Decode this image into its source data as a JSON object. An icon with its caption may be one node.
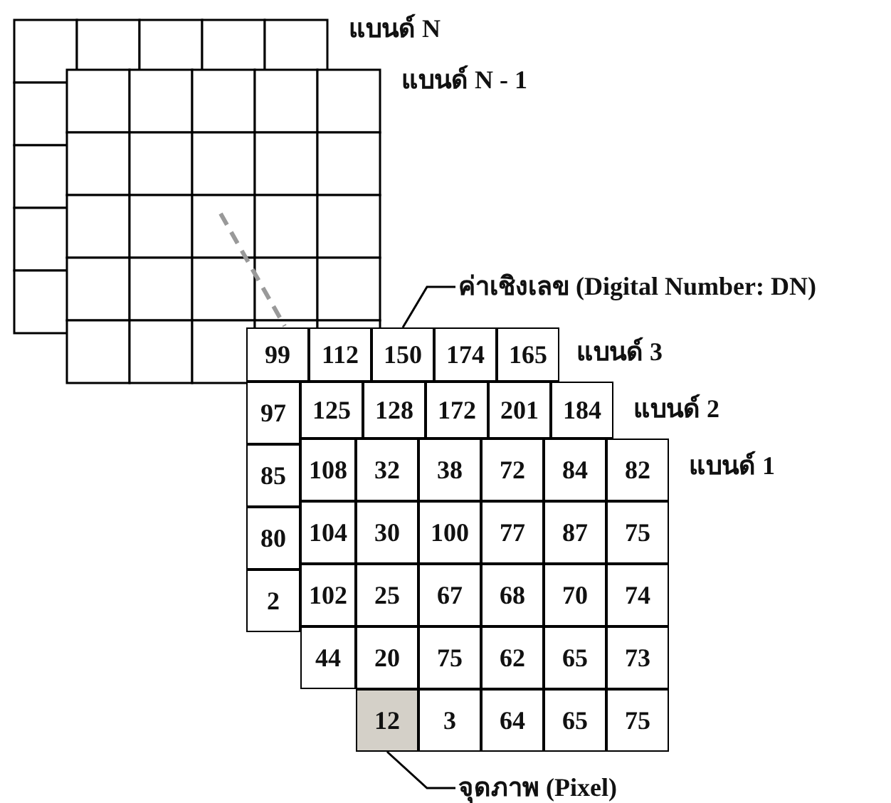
{
  "diagram": {
    "nodes": [
      {
        "text": [
          "ค่าเชิงเลข (Digital Number: DN)"
        ]
      },
      {
        "text": [
          "99"
        ]
      },
      {
        "text": [
          "112"
        ]
      },
      {
        "text": [
          "150"
        ]
      },
      {
        "text": [
          "174"
        ]
      },
      {
        "text": [
          "165"
        ]
      },
      {
        "text": [
          "97"
        ]
      },
      {
        "text": [
          "85"
        ]
      },
      {
        "text": [
          "80"
        ]
      },
      {
        "text": [
          "2"
        ]
      },
      {
        "text": [
          "125"
        ]
      },
      {
        "text": [
          "128"
        ]
      },
      {
        "text": [
          "172"
        ]
      },
      {
        "text": [
          "201"
        ]
      },
      {
        "text": [
          "184"
        ]
      },
      {
        "text": [
          "108"
        ]
      },
      {
        "text": [
          "104"
        ]
      },
      {
        "text": [
          "102"
        ]
      },
      {
        "text": [
          "44"
        ]
      },
      {
        "text": [
          "32"
        ]
      },
      {
        "text": [
          "38"
        ]
      },
      {
        "text": [
          "72"
        ]
      },
      {
        "text": [
          "84"
        ]
      },
      {
        "text": [
          "82"
        ]
      },
      {
        "text": [
          "30"
        ]
      },
      {
        "text": [
          "100"
        ]
      },
      {
        "text": [
          "77"
        ]
      },
      {
        "text": [
          "87"
        ]
      },
      {
        "text": [
          "75"
        ]
      },
      {
        "text": [
          "25"
        ]
      },
      {
        "text": [
          "67"
        ]
      },
      {
        "text": [
          "68"
        ]
      },
      {
        "text": [
          "70"
        ]
      },
      {
        "text": [
          "74"
        ]
      },
      {
        "text": [
          "20"
        ]
      },
      {
        "text": [
          "75"
        ]
      },
      {
        "text": [
          "62"
        ]
      },
      {
        "text": [
          "65"
        ]
      },
      {
        "text": [
          "73"
        ]
      },
      {
        "text": [
          "12"
        ]
      },
      {
        "text": [
          "3"
        ]
      },
      {
        "text": [
          "64"
        ]
      },
      {
        "text": [
          "65"
        ]
      },
      {
        "text": [
          "75"
        ]
      },
      {
        "text": [
          "จุดภาพ (Pixel)"
        ]
      }
    ],
    "edges": [
      {
        "from": 0,
        "to": 3,
        "arrow": "none"
      },
      {
        "from": 44,
        "to": 39,
        "arrow": "none"
      }
    ],
    "labels": [
      "แบนด์ N",
      "แบนด์ N - 1",
      "แบนด์ 3",
      "แบนด์ 2",
      "แบนด์ 1"
    ]
  }
}
